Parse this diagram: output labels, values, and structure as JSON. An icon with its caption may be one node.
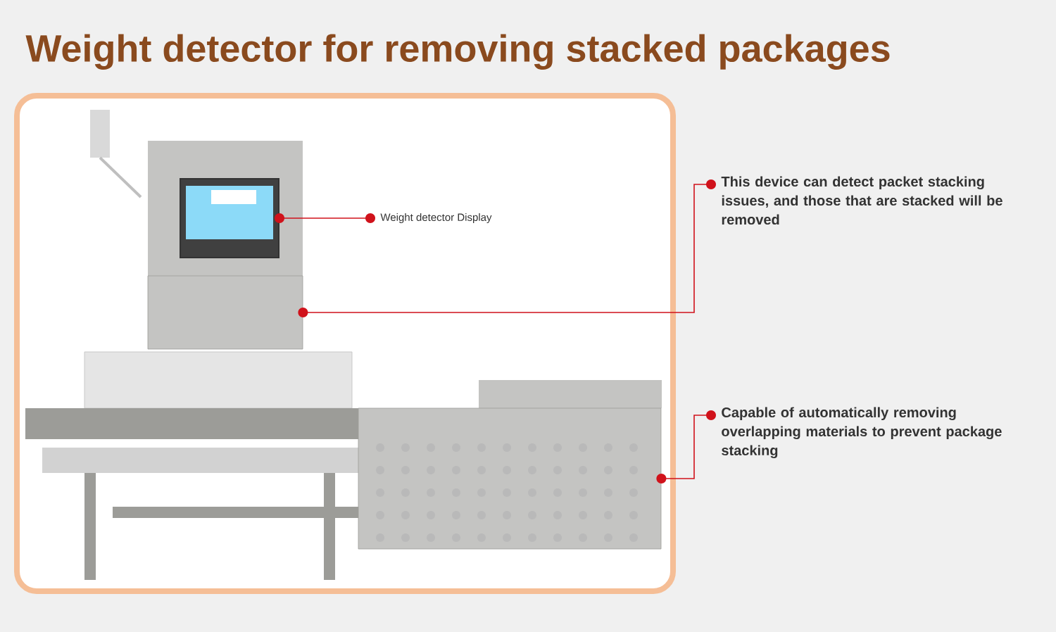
{
  "diagram": {
    "title": "Weight detector for removing stacked packages",
    "nodes": [
      {
        "text": [],
        "shape": "picture"
      },
      {
        "text": [],
        "shape": "box",
        "in": 0
      },
      {
        "text": [],
        "shape": "box",
        "in": 0
      },
      {
        "text": [],
        "shape": "box",
        "in": 0
      },
      {
        "text": [
          "Weight detector Display"
        ],
        "in": 0
      },
      {
        "text": [
          "This device can detect packet stacking issues, and those that are stacked will be removed"
        ]
      },
      {
        "text": [
          "Capable of automatically removing overlapping materials to prevent package stacking"
        ]
      }
    ],
    "edges": [
      {
        "from": 4,
        "to": 1,
        "arrow": "other"
      },
      {
        "from": 5,
        "to": 2,
        "arrow": "other"
      },
      {
        "from": 6,
        "to": 3,
        "arrow": "other"
      }
    ]
  }
}
